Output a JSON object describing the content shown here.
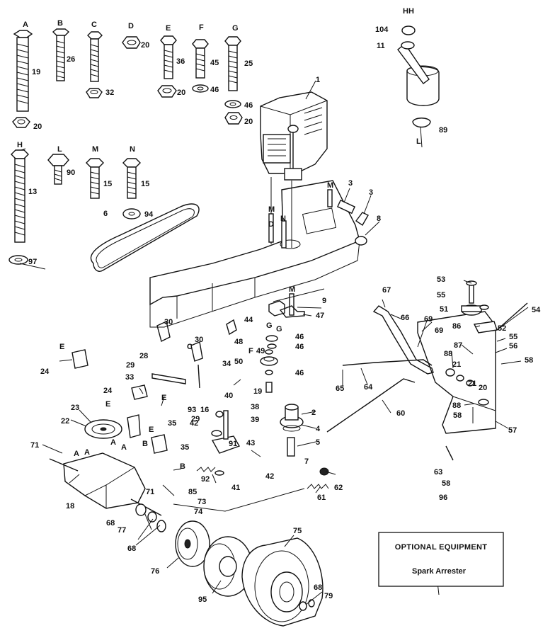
{
  "callouts": {
    "A": "A",
    "B": "B",
    "C": "C",
    "D": "D",
    "E": "E",
    "F": "F",
    "G": "G",
    "H": "H",
    "L": "L",
    "M": "M",
    "N": "N",
    "HH": "HH",
    "n1": "1",
    "n2": "2",
    "n3": "3",
    "n4": "4",
    "n5": "5",
    "n6": "6",
    "n7": "7",
    "n8": "8",
    "n9": "9",
    "n11": "11",
    "n13": "13",
    "n15": "15",
    "n16": "16",
    "n18": "18",
    "n19": "19",
    "n20": "20",
    "n21": "21",
    "n22": "22",
    "n23": "23",
    "n24": "24",
    "n25": "25",
    "n26": "26",
    "n28": "28",
    "n29": "29",
    "n30": "30",
    "n32": "32",
    "n33": "33",
    "n34": "34",
    "n35": "35",
    "n36": "36",
    "n38": "38",
    "n39": "39",
    "n40": "40",
    "n41": "41",
    "n42": "42",
    "n43": "43",
    "n44": "44",
    "n45": "45",
    "n46": "46",
    "n47": "47",
    "n48": "48",
    "n49": "49",
    "n50": "50",
    "n51": "51",
    "n52": "52",
    "n53": "53",
    "n54": "54",
    "n55": "55",
    "n56": "56",
    "n57": "57",
    "n58": "58",
    "n60": "60",
    "n61": "61",
    "n62": "62",
    "n63": "63",
    "n64": "64",
    "n65": "65",
    "n66": "66",
    "n67": "67",
    "n68": "68",
    "n69": "69",
    "n71": "71",
    "n73": "73",
    "n74": "74",
    "n75": "75",
    "n76": "76",
    "n77": "77",
    "n79": "79",
    "n85": "85",
    "n86": "86",
    "n87": "87",
    "n88": "88",
    "n89": "89",
    "n90": "90",
    "n91": "91",
    "n92": "92",
    "n93": "93",
    "n94": "94",
    "n95": "95",
    "n96": "96",
    "n97": "97",
    "n104": "104"
  },
  "optional_box": {
    "title": "OPTIONAL EQUIPMENT",
    "item": "Spark Arrester"
  }
}
